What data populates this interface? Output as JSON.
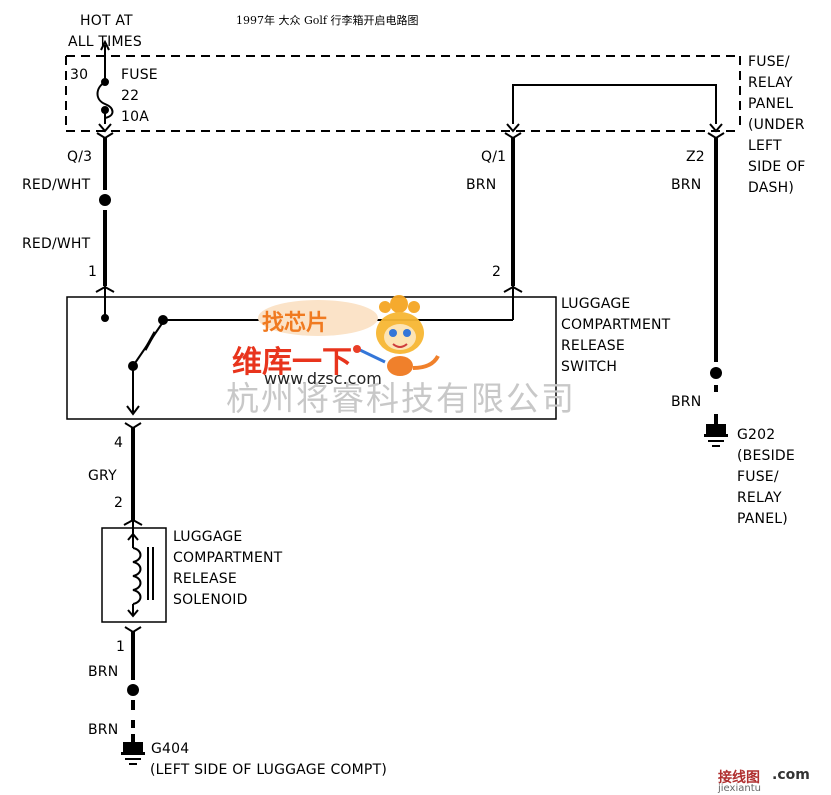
{
  "title": "1997年 大众 Golf 行李箱开启电路图",
  "power": {
    "line1": "HOT AT",
    "line2": "ALL TIMES"
  },
  "fuse": {
    "circuit": "30",
    "name": "FUSE",
    "number": "22",
    "rating": "10A"
  },
  "panel": {
    "lines": [
      "FUSE/",
      "RELAY",
      "PANEL",
      "(UNDER",
      "LEFT",
      "SIDE OF",
      "DASH)"
    ]
  },
  "connectors": {
    "q3": "Q/3",
    "q1": "Q/1",
    "z2": "Z2"
  },
  "wires": {
    "red_wht_1": "RED/WHT",
    "red_wht_2": "RED/WHT",
    "brn_q1": "BRN",
    "brn_z2": "BRN",
    "brn_g202": "BRN",
    "gry": "GRY",
    "brn_sol_1": "BRN",
    "brn_sol_2": "BRN"
  },
  "pins": {
    "sw1": "1",
    "sw2": "2",
    "sw4": "4",
    "sol2": "2",
    "sol1": "1"
  },
  "switch": {
    "lines": [
      "LUGGAGE",
      "COMPARTMENT",
      "RELEASE",
      "SWITCH"
    ]
  },
  "solenoid": {
    "lines": [
      "LUGGAGE",
      "COMPARTMENT",
      "RELEASE",
      "SOLENOID"
    ]
  },
  "ground_g202": {
    "name": "G202",
    "lines": [
      "(BESIDE",
      "FUSE/",
      "RELAY",
      "PANEL)"
    ]
  },
  "ground_g404": {
    "name": "G404",
    "location": "(LEFT SIDE OF LUGGAGE COMPT)"
  },
  "watermarks": {
    "badge": "找芯片",
    "brand": "维库一下",
    "url": "www.dzsc.com",
    "company": "杭州将睿科技有限公司",
    "corner_brand": "接线图",
    "corner_dot": ".com",
    "corner_url": "jiexiantu"
  },
  "colors": {
    "line": "#000000",
    "watermark_gray": "#c8c8c8",
    "watermark_red": "#e8341c"
  }
}
